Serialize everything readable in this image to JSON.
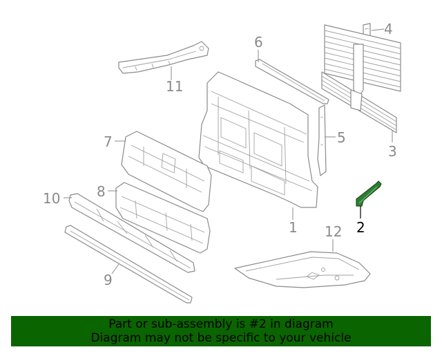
{
  "diagram": {
    "callouts": {
      "c1": "1",
      "c2": "2",
      "c3": "3",
      "c4": "4",
      "c5": "5",
      "c6": "6",
      "c7": "7",
      "c8": "8",
      "c9": "9",
      "c10": "10",
      "c11": "11",
      "c12": "12"
    },
    "highlighted_part": "2",
    "colors": {
      "line_art": "#8a8a8a",
      "highlight_part": "#2e7d32",
      "highlight_label": "#000000",
      "banner_background": "#0a6400",
      "banner_text": "#000000"
    }
  },
  "banner": {
    "line1": "Part or sub-assembly is #2 in diagram",
    "line2": "Diagram may not be specific to your vehicle"
  }
}
